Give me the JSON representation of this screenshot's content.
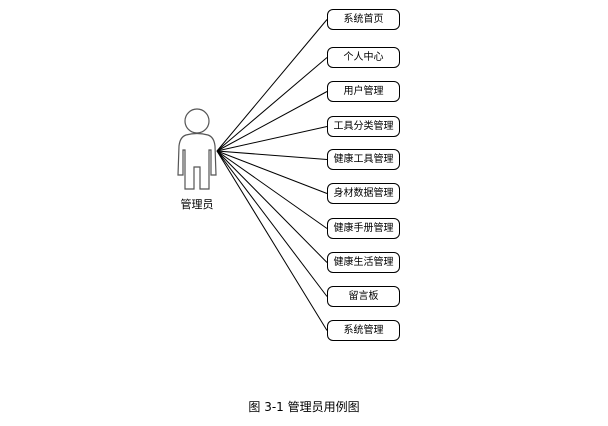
{
  "actor": {
    "label": "管理员",
    "icon": "stick-figure-actor-icon"
  },
  "use_cases": [
    {
      "id": "system-home",
      "label": "系统首页"
    },
    {
      "id": "personal-center",
      "label": "个人中心"
    },
    {
      "id": "user-management",
      "label": "用户管理"
    },
    {
      "id": "tool-category-management",
      "label": "工具分类管理"
    },
    {
      "id": "health-tool-management",
      "label": "健康工具管理"
    },
    {
      "id": "body-data-management",
      "label": "身材数据管理"
    },
    {
      "id": "health-manual-management",
      "label": "健康手册管理"
    },
    {
      "id": "healthy-living-management",
      "label": "健康生活管理"
    },
    {
      "id": "message-board",
      "label": "留言板"
    },
    {
      "id": "system-management",
      "label": "系统管理"
    }
  ],
  "caption": "图 3-1  管理员用例图"
}
